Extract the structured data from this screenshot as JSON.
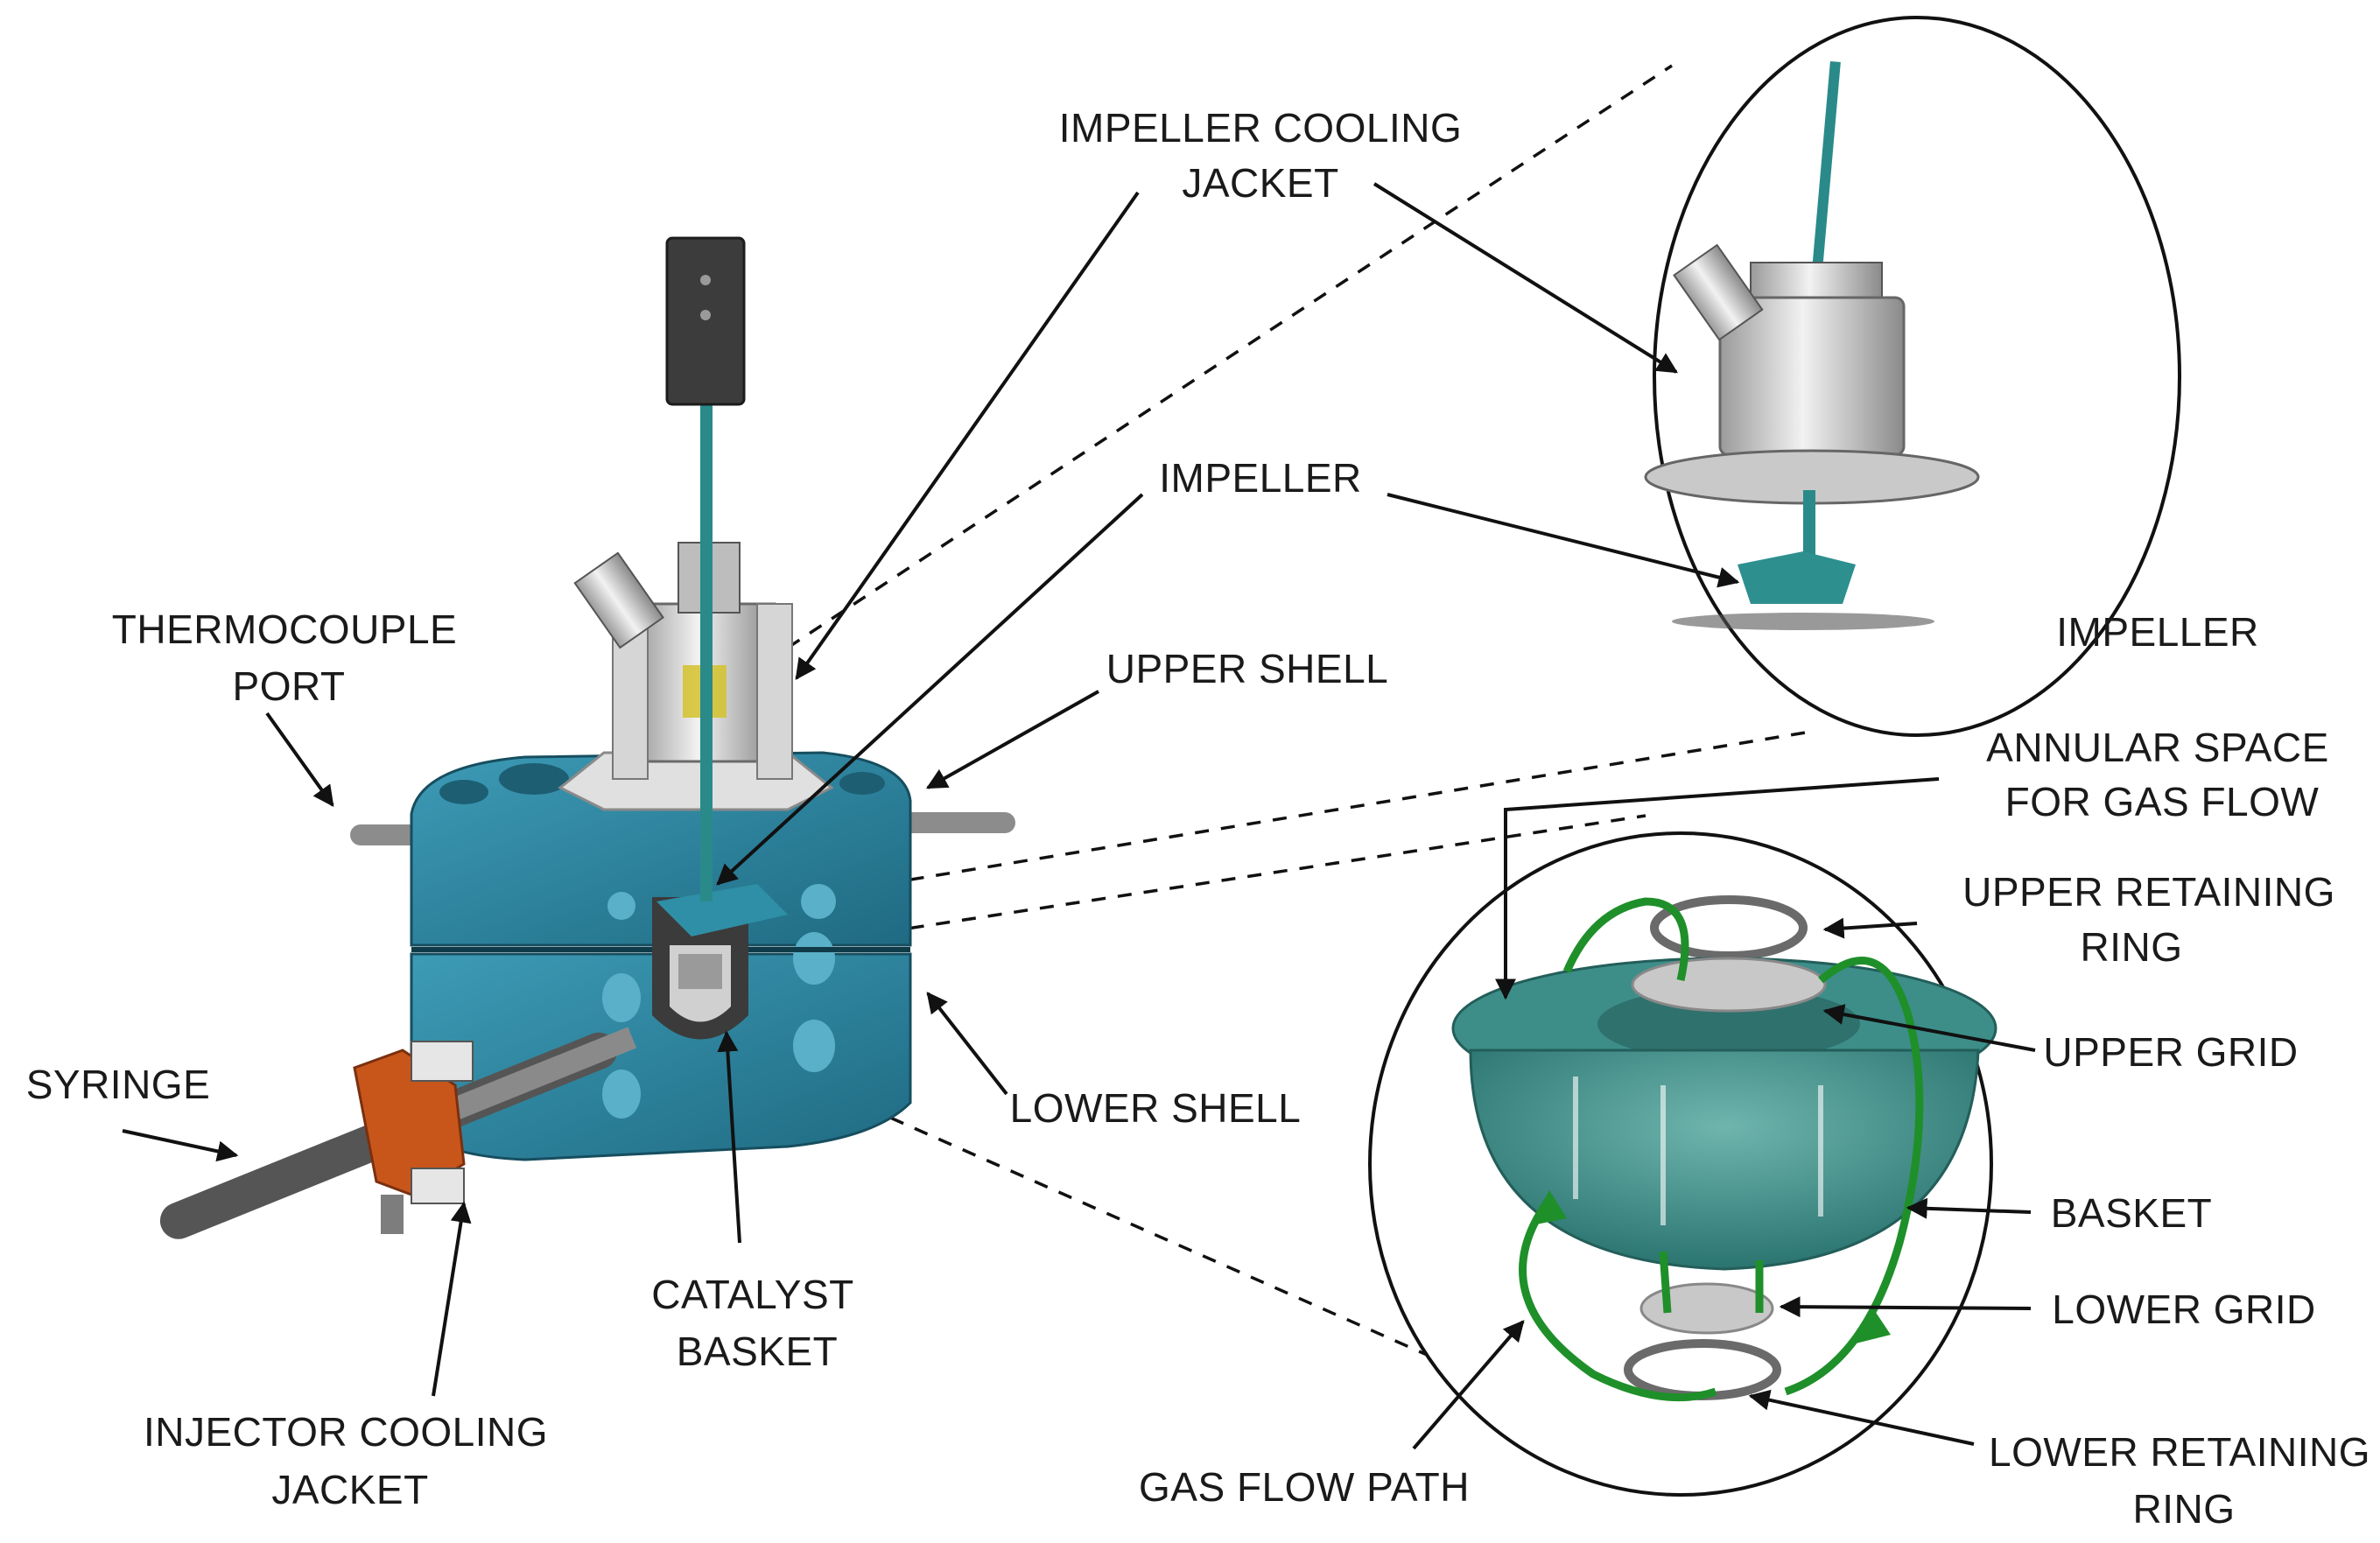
{
  "labels": {
    "impeller_cooling_jacket_1": "IMPELLER COOLING",
    "impeller_cooling_jacket_2": "JACKET",
    "impeller": "IMPELLER",
    "thermocouple_port_1": "THERMOCOUPLE",
    "thermocouple_port_2": "PORT",
    "upper_shell": "UPPER SHELL",
    "syringe": "SYRINGE",
    "lower_shell": "LOWER SHELL",
    "catalyst_basket_1": "CATALYST",
    "catalyst_basket_2": "BASKET",
    "injector_cooling_jacket_1": "INJECTOR COOLING",
    "injector_cooling_jacket_2": "JACKET",
    "impeller_detail": "IMPELLER",
    "annular_space_1": "ANNULAR SPACE",
    "annular_space_2": "FOR GAS FLOW",
    "upper_retaining_ring_1": "UPPER RETAINING",
    "upper_retaining_ring_2": "RING",
    "upper_grid": "UPPER GRID",
    "basket": "BASKET",
    "lower_grid": "LOWER GRID",
    "gas_flow_path": "GAS FLOW PATH",
    "lower_retaining_ring_1": "LOWER RETAINING",
    "lower_retaining_ring_2": "RING"
  },
  "colors": {
    "reactor_body": "#2e7f9a",
    "impeller_shaft": "#2a8a8a",
    "cooling_jacket_metal": "#c8c8c8",
    "syringe_orange": "#c8561b",
    "basket_teal": "#3a8a86",
    "gas_flow_green": "#1f8f2a"
  }
}
